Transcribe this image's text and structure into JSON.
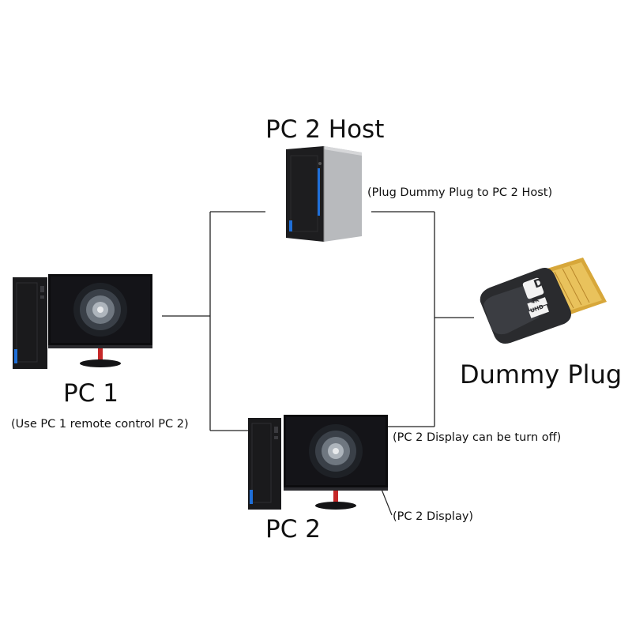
{
  "nodes": {
    "pc2_host": {
      "label": "PC 2 Host",
      "note": "(Plug Dummy Plug to PC 2 Host)"
    },
    "pc1": {
      "label": "PC 1",
      "note": "(Use PC 1 remote control PC 2)"
    },
    "pc2": {
      "label": "PC 2",
      "display_note": "(PC 2 Display can be turn off)",
      "display_label": "(PC 2 Display)"
    },
    "dummy_plug": {
      "label": "Dummy Plug",
      "logo_text": "D",
      "badge_top": "4K",
      "badge_bottom": "UHD"
    }
  },
  "colors": {
    "line": "#222222",
    "case_dark": "#1c1c1e",
    "case_silver": "#b7b9bc",
    "accent_blue": "#1f6fd8",
    "stand_red": "#c62828",
    "gold": "#d7a73a"
  }
}
